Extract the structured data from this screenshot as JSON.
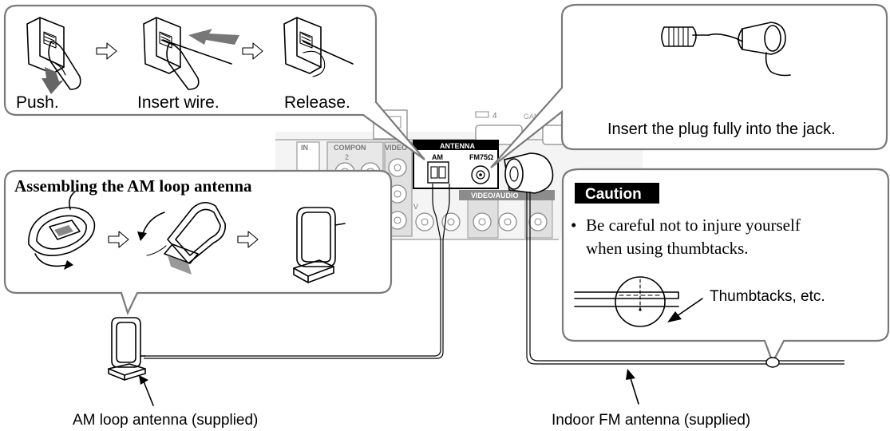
{
  "push_steps": {
    "push": "Push.",
    "insert": "Insert wire.",
    "release": "Release."
  },
  "plug_note": "Insert the plug fully into the jack.",
  "am_assembly": {
    "title": "Assembling the AM loop antenna"
  },
  "caution": {
    "badge": "Caution",
    "bullet": "•",
    "line1": "Be careful not to injure yourself",
    "line2": "when using thumbtacks.",
    "thumbtacks_label": "Thumbtacks, etc."
  },
  "panel": {
    "antenna_title": "ANTENNA",
    "am_label": "AM",
    "fm_label": "FM75Ω",
    "in_label": "IN",
    "component_label": "COMPON",
    "video_label": "VIDEO",
    "video_audio_label": "VIDEO/AUDIO",
    "input_number_2": "2",
    "hdmi_number_4": "4",
    "game_label": "GAME",
    "v_label": "V"
  },
  "am_antenna_caption": "AM loop antenna (supplied)",
  "fm_antenna_caption": "Indoor FM antenna (supplied)"
}
